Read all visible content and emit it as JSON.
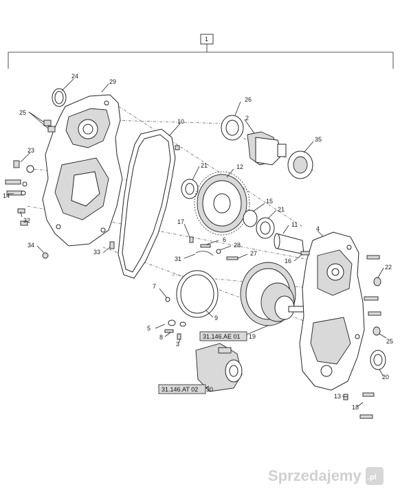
{
  "callouts": [
    {
      "id": "c1",
      "text": "1"
    },
    {
      "id": "c24",
      "text": "24"
    },
    {
      "id": "c29",
      "text": "29"
    },
    {
      "id": "c25a",
      "text": "25"
    },
    {
      "id": "c26",
      "text": "26"
    },
    {
      "id": "c2",
      "text": "2"
    },
    {
      "id": "c10",
      "text": "10"
    },
    {
      "id": "c35",
      "text": "35"
    },
    {
      "id": "c23",
      "text": "23"
    },
    {
      "id": "c21a",
      "text": "21"
    },
    {
      "id": "c12",
      "text": "12"
    },
    {
      "id": "c14",
      "text": "14"
    },
    {
      "id": "c32",
      "text": "32"
    },
    {
      "id": "c15",
      "text": "15"
    },
    {
      "id": "c21b",
      "text": "21"
    },
    {
      "id": "c17",
      "text": "17"
    },
    {
      "id": "c11",
      "text": "11"
    },
    {
      "id": "c4",
      "text": "4"
    },
    {
      "id": "c6",
      "text": "6"
    },
    {
      "id": "c34",
      "text": "34"
    },
    {
      "id": "c33",
      "text": "33"
    },
    {
      "id": "c28",
      "text": "28"
    },
    {
      "id": "c31",
      "text": "31"
    },
    {
      "id": "c27",
      "text": "27"
    },
    {
      "id": "c16",
      "text": "16"
    },
    {
      "id": "c22",
      "text": "22"
    },
    {
      "id": "c7",
      "text": "7"
    },
    {
      "id": "c9",
      "text": "9"
    },
    {
      "id": "c5",
      "text": "5"
    },
    {
      "id": "c8",
      "text": "8"
    },
    {
      "id": "c3",
      "text": "3"
    },
    {
      "id": "c19",
      "text": "19"
    },
    {
      "id": "c25b",
      "text": "25"
    },
    {
      "id": "c20",
      "text": "20"
    },
    {
      "id": "c13",
      "text": "13"
    },
    {
      "id": "c18",
      "text": "18"
    },
    {
      "id": "c30",
      "text": "30"
    }
  ],
  "references": [
    {
      "id": "ref_ae",
      "text": "31.146.AE 01"
    },
    {
      "id": "ref_at",
      "text": "31.146.AT 02"
    }
  ],
  "watermark": {
    "text": "Sprzedajemy",
    "suffix": ".pl"
  }
}
